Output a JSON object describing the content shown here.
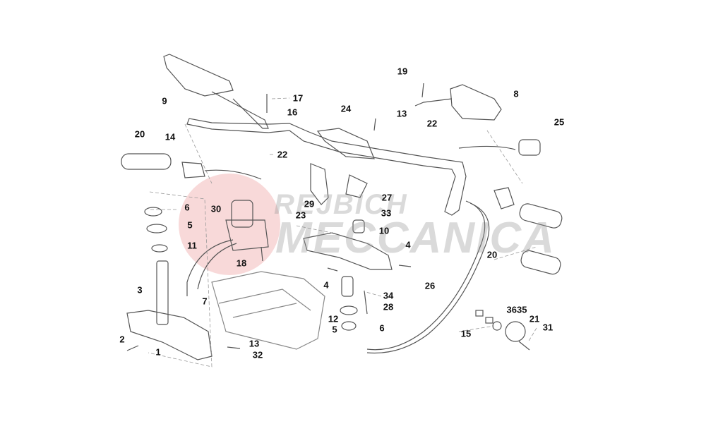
{
  "diagram": {
    "watermark": "REJBICH MECCANICA",
    "watermark_lines": [
      "REJBICH",
      "MECCANICA"
    ],
    "labels": [
      "9",
      "17",
      "16",
      "19",
      "8",
      "24",
      "13",
      "22",
      "25",
      "20",
      "14",
      "22",
      "6",
      "30",
      "29",
      "27",
      "33",
      "23",
      "5",
      "10",
      "11",
      "4",
      "18",
      "20",
      "3",
      "4",
      "34",
      "26",
      "7",
      "28",
      "3635",
      "21",
      "12",
      "5",
      "6",
      "15",
      "31",
      "2",
      "13",
      "1",
      "32"
    ],
    "colors": {
      "line": "#555555",
      "watermark_logo": "#f3c4c4",
      "label": "#111111"
    }
  }
}
